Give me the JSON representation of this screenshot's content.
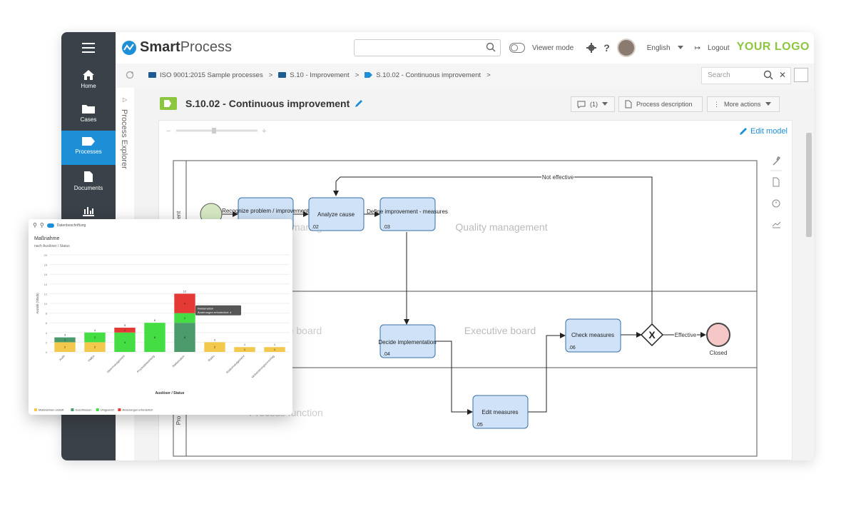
{
  "sidebar": {
    "items": [
      {
        "label": "Home",
        "icon": "home-icon"
      },
      {
        "label": "Cases",
        "icon": "folder-icon"
      },
      {
        "label": "Processes",
        "icon": "process-icon"
      },
      {
        "label": "Documents",
        "icon": "document-icon"
      },
      {
        "label": "",
        "icon": "chart-icon"
      }
    ]
  },
  "topbar": {
    "brand_bold": "Smart",
    "brand_light": "Process",
    "search_value": "",
    "viewer_mode": "Viewer mode",
    "language": "English",
    "logout": "Logout",
    "logo_text": "YOUR LOGO"
  },
  "breadcrumb": {
    "items": [
      "ISO 9001:2015 Sample processes",
      "S.10 - Improvement",
      "S.10.02 - Continuous improvement"
    ],
    "search_placeholder": "Search"
  },
  "explorer_label": "Process Explorer",
  "process": {
    "title": "S.10.02 - Continuous improvement",
    "comments": "(1)",
    "description_btn": "Process description",
    "more_actions": "More actions",
    "edit_model": "Edit model"
  },
  "diagram": {
    "lanes": [
      "Quality management",
      "Executive board",
      "Process"
    ],
    "lane_label_1": "Management",
    "lane_label_3": "Pro",
    "lane_ghost_1": "Quality management",
    "lane_ghost_2": "Executive board",
    "lane_ghost_3": "Process function",
    "tasks": {
      "t1": {
        "label": "Recognize problem / improvement",
        "num": ""
      },
      "t2": {
        "label": "Analyze cause",
        "num": ".02"
      },
      "t3": {
        "label": "Define improvement - measures",
        "num": ".03"
      },
      "t4": {
        "label": "Decide implementation",
        "num": ".04"
      },
      "t5": {
        "label": "Edit measures",
        "num": ".05"
      },
      "t6": {
        "label": "Check measures",
        "num": ".06"
      }
    },
    "flow_not_effective": "Not effective",
    "flow_effective": "Effective",
    "end_label": "Closed"
  },
  "overlay_card": {
    "toggle_label": "Datenbeschriftung",
    "chart_data": {
      "type": "bar",
      "title": "Maßnahme",
      "subtitle": "nach Auslöser / Status",
      "xlabel": "Auslöser / Status",
      "ylabel": "Anzahl (Stück)",
      "ylim": [
        0,
        20
      ],
      "yticks": [
        0,
        2,
        4,
        6,
        8,
        10,
        12,
        14,
        16,
        18,
        20
      ],
      "categories": [
        "Audit",
        "FMEA",
        "Ideenmanagement",
        "Prozessbewertung",
        "Reklamation",
        "Risiko",
        "Risikomanagement",
        "Verbesserungsvorschlag"
      ],
      "stacked": true,
      "series": [
        {
          "name": "Maßnahmen erstellt",
          "color": "#f2c94c",
          "values": [
            2,
            2,
            0,
            0,
            0,
            2,
            1,
            1
          ]
        },
        {
          "name": "Geschlossen",
          "color": "#4a9a6c",
          "values": [
            1,
            0,
            0,
            0,
            6,
            0,
            0,
            0
          ]
        },
        {
          "name": "Umgesetzt",
          "color": "#44dd44",
          "values": [
            0,
            2,
            4,
            6,
            2,
            0,
            0,
            0
          ]
        },
        {
          "name": "Änderungen erforderlich",
          "color": "#e53935",
          "values": [
            0,
            0,
            1,
            0,
            4,
            0,
            0,
            0
          ]
        }
      ],
      "totals": [
        3,
        4,
        5,
        6,
        12,
        2,
        1,
        1
      ],
      "tooltip": {
        "line1": "Reklamation",
        "line2": "Änderungen erforderlich: 4"
      },
      "legend_position": "bottom-left"
    }
  }
}
